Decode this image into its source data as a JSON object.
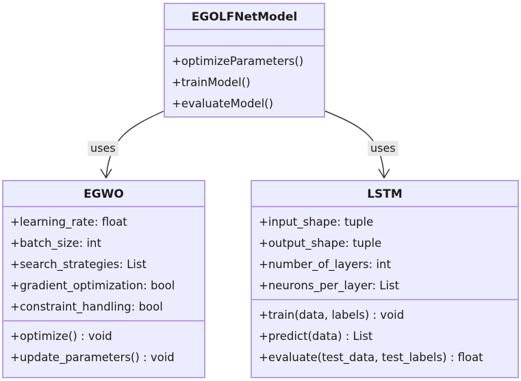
{
  "classes": {
    "egolf": {
      "name": "EGOLFNetModel",
      "attributes": [],
      "methods": [
        "+optimizeParameters()",
        "+trainModel()",
        "+evaluateModel()"
      ]
    },
    "egwo": {
      "name": "EGWO",
      "attributes": [
        "+learning_rate: float",
        "+batch_size: int",
        "+search_strategies: List",
        "+gradient_optimization: bool",
        "+constraint_handling: bool"
      ],
      "methods": [
        "+optimize() : void",
        "+update_parameters() : void"
      ]
    },
    "lstm": {
      "name": "LSTM",
      "attributes": [
        "+input_shape: tuple",
        "+output_shape: tuple",
        "+number_of_layers: int",
        "+neurons_per_layer: List"
      ],
      "methods": [
        "+train(data, labels) : void",
        "+predict(data) : List",
        "+evaluate(test_data, test_labels) : float"
      ]
    }
  },
  "relations": [
    {
      "from": "egolf",
      "to": "egwo",
      "label": "uses"
    },
    {
      "from": "egolf",
      "to": "lstm",
      "label": "uses"
    }
  ]
}
